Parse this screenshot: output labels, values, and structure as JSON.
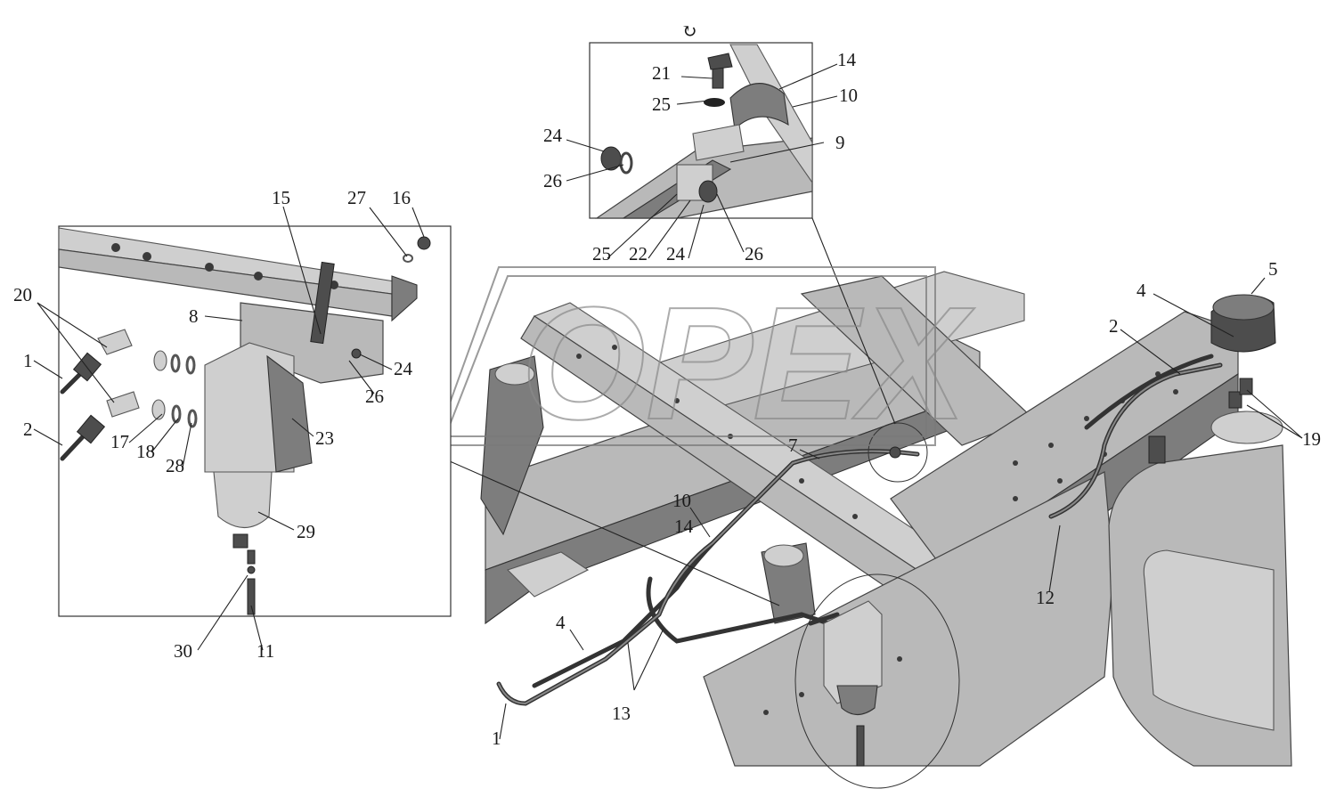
{
  "diagram": {
    "rotation_symbol": "↻",
    "labels": {
      "l1a": "1",
      "l1b": "1",
      "l2a": "2",
      "l2b": "2",
      "l4a": "4",
      "l4b": "4",
      "l5": "5",
      "l7": "7",
      "l8": "8",
      "l9": "9",
      "l10a": "10",
      "l10b": "10",
      "l11": "11",
      "l12": "12",
      "l13": "13",
      "l14a": "14",
      "l14b": "14",
      "l15": "15",
      "l16": "16",
      "l17": "17",
      "l18": "18",
      "l19": "19",
      "l20": "20",
      "l21": "21",
      "l22": "22",
      "l23": "23",
      "l24a": "24",
      "l24b": "24",
      "l24c": "24",
      "l25a": "25",
      "l25b": "25",
      "l26a": "26",
      "l26b": "26",
      "l26c": "26",
      "l27": "27",
      "l28": "28",
      "l29": "29",
      "l30": "30"
    }
  }
}
